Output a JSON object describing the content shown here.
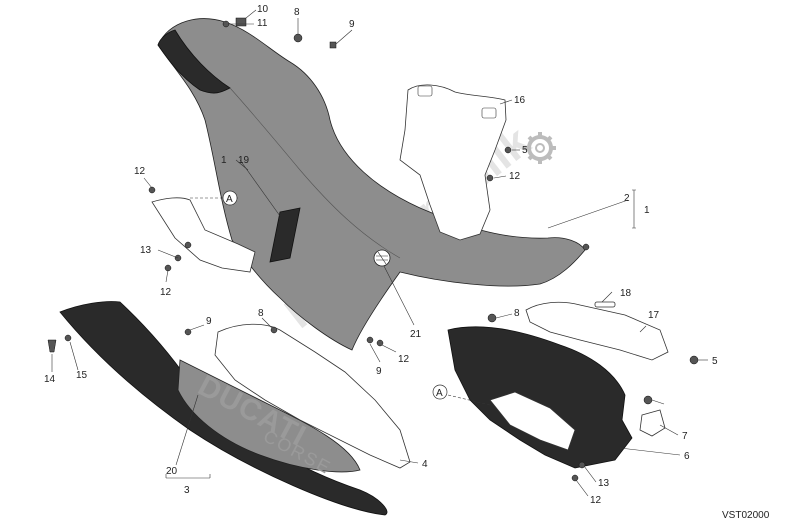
{
  "watermark": "PartsRepublik",
  "figure_ref": "VST02000",
  "brand_main": "DUCATI",
  "brand_sub": "CORSE",
  "marker_a": "A",
  "callouts": {
    "c1_top": "1",
    "c1_right": "1",
    "c2": "2",
    "c3": "3",
    "c4": "4",
    "c5_top": "5",
    "c5_right": "5",
    "c6": "6",
    "c7": "7",
    "c8_top": "8",
    "c8_mid": "8",
    "c8_right": "8",
    "c9_top": "9",
    "c9_mid": "9",
    "c9_low": "9",
    "c10": "10",
    "c11": "11",
    "c12_left": "12",
    "c12_mid": "12",
    "c12_low": "12",
    "c12_right": "12",
    "c12_bottom": "12",
    "c13_left": "13",
    "c13_bottom": "13",
    "c14": "14",
    "c15": "15",
    "c16": "16",
    "c17": "17",
    "c18": "18",
    "c19": "19",
    "c20": "20",
    "c21": "21"
  }
}
